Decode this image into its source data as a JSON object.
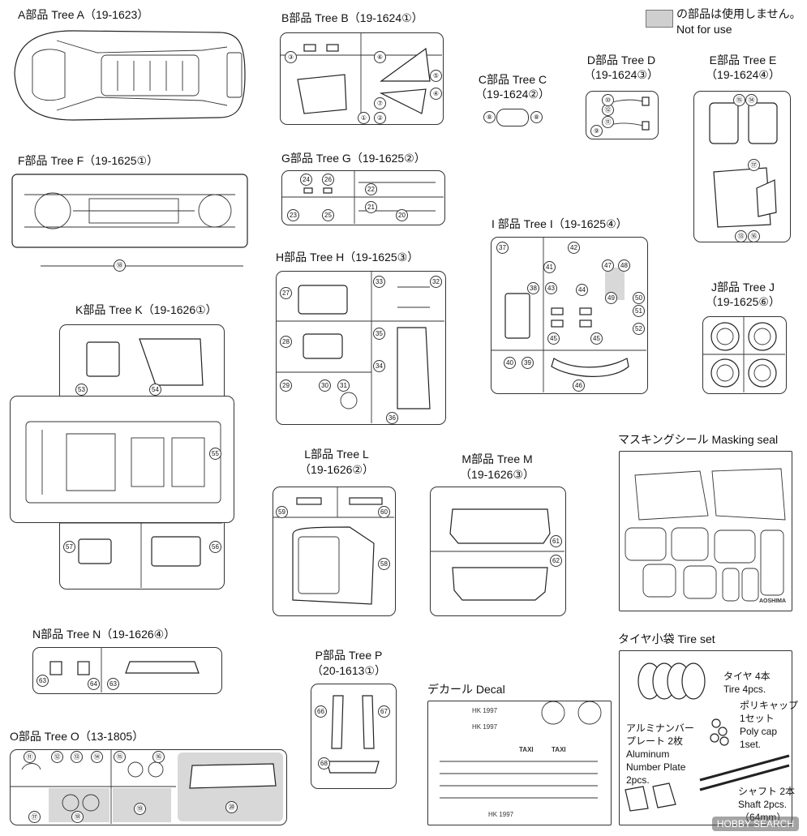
{
  "legend": {
    "text_jp": "の部品は使用しません。",
    "text_en": "Not for use"
  },
  "trees": {
    "A": {
      "label": "A部品 Tree A（19-1623）"
    },
    "B": {
      "label": "B部品 Tree B（19-1624①）"
    },
    "C": {
      "line1": "C部品 Tree C",
      "line2": "（19-1624②）"
    },
    "D": {
      "line1": "D部品 Tree D",
      "line2": "（19-1624③）"
    },
    "E": {
      "line1": "E部品 Tree E",
      "line2": "（19-1624④）"
    },
    "F": {
      "label": "F部品 Tree F（19-1625①）"
    },
    "G": {
      "label": "G部品 Tree G（19-1625②）"
    },
    "H": {
      "label": "H部品 Tree H（19-1625③）"
    },
    "I": {
      "label": "I 部品 Tree I（19-1625④）"
    },
    "J": {
      "line1": "J部品 Tree J",
      "line2": "（19-1625⑥）"
    },
    "K": {
      "label": "K部品 Tree K（19-1626①）"
    },
    "L": {
      "line1": "L部品 Tree L",
      "line2": "（19-1626②）"
    },
    "M": {
      "line1": "M部品 Tree M",
      "line2": "（19-1626③）"
    },
    "N": {
      "label": "N部品 Tree N（19-1626④）"
    },
    "O": {
      "label": "O部品 Tree O（13-1805）"
    },
    "P": {
      "line1": "P部品 Tree P",
      "line2": "（20-1613①）"
    }
  },
  "masking": {
    "label": "マスキングシール Masking seal",
    "brand": "AOSHIMA"
  },
  "decal": {
    "label": "デカール Decal",
    "plate": "HK 1997",
    "taxi": "TAXI"
  },
  "tireset": {
    "label": "タイヤ小袋 Tire set",
    "tire_jp": "タイヤ 4本",
    "tire_en": "Tire 4pcs.",
    "cap_jp": "ポリキャップ",
    "cap_jp2": "1セット",
    "cap_en": "Poly cap",
    "cap_en2": "1set.",
    "plate_jp": "アルミナンバー",
    "plate_jp2": "プレート 2枚",
    "plate_en": "Aluminum",
    "plate_en2": "Number Plate",
    "plate_en3": "2pcs.",
    "shaft_jp": "シャフト 2本",
    "shaft_en": "Shaft 2pcs.",
    "shaft_len": "（64mm）"
  },
  "part_numbers": {
    "b": [
      "③",
      "⑥",
      "⑤",
      "④",
      "⑦",
      "①",
      "②"
    ],
    "c": [
      "⑧",
      "⑧"
    ],
    "d": [
      "⑫",
      "⑩",
      "⑪",
      "⑨"
    ],
    "e": [
      "⑮",
      "⑭",
      "⑰",
      "⑬",
      "⑯"
    ],
    "f": [
      "⑱"
    ],
    "g": [
      "24",
      "26",
      "22",
      "23",
      "25",
      "21",
      "20"
    ],
    "h": [
      "27",
      "33",
      "32",
      "28",
      "35",
      "34",
      "29",
      "30",
      "31",
      "36"
    ],
    "i": [
      "37",
      "42",
      "47",
      "48",
      "38",
      "43",
      "44",
      "49",
      "50",
      "51",
      "45",
      "45",
      "52",
      "40",
      "39",
      "46",
      "41"
    ],
    "j": [],
    "k": [
      "53",
      "54",
      "55",
      "57",
      "56"
    ],
    "l": [
      "59",
      "60",
      "58"
    ],
    "m": [
      "61",
      "62"
    ],
    "n": [
      "63",
      "64",
      "63"
    ],
    "o": [
      "⑪",
      "⑫",
      "⑬",
      "⑭",
      "⑮",
      "⑯",
      "⑰",
      "⑱",
      "⑲",
      "⑳"
    ],
    "p": [
      "66",
      "67",
      "68"
    ]
  },
  "watermark": "HOBBY SEARCH",
  "colors": {
    "not_for_use": "#cfcfcf",
    "line": "#222222"
  }
}
